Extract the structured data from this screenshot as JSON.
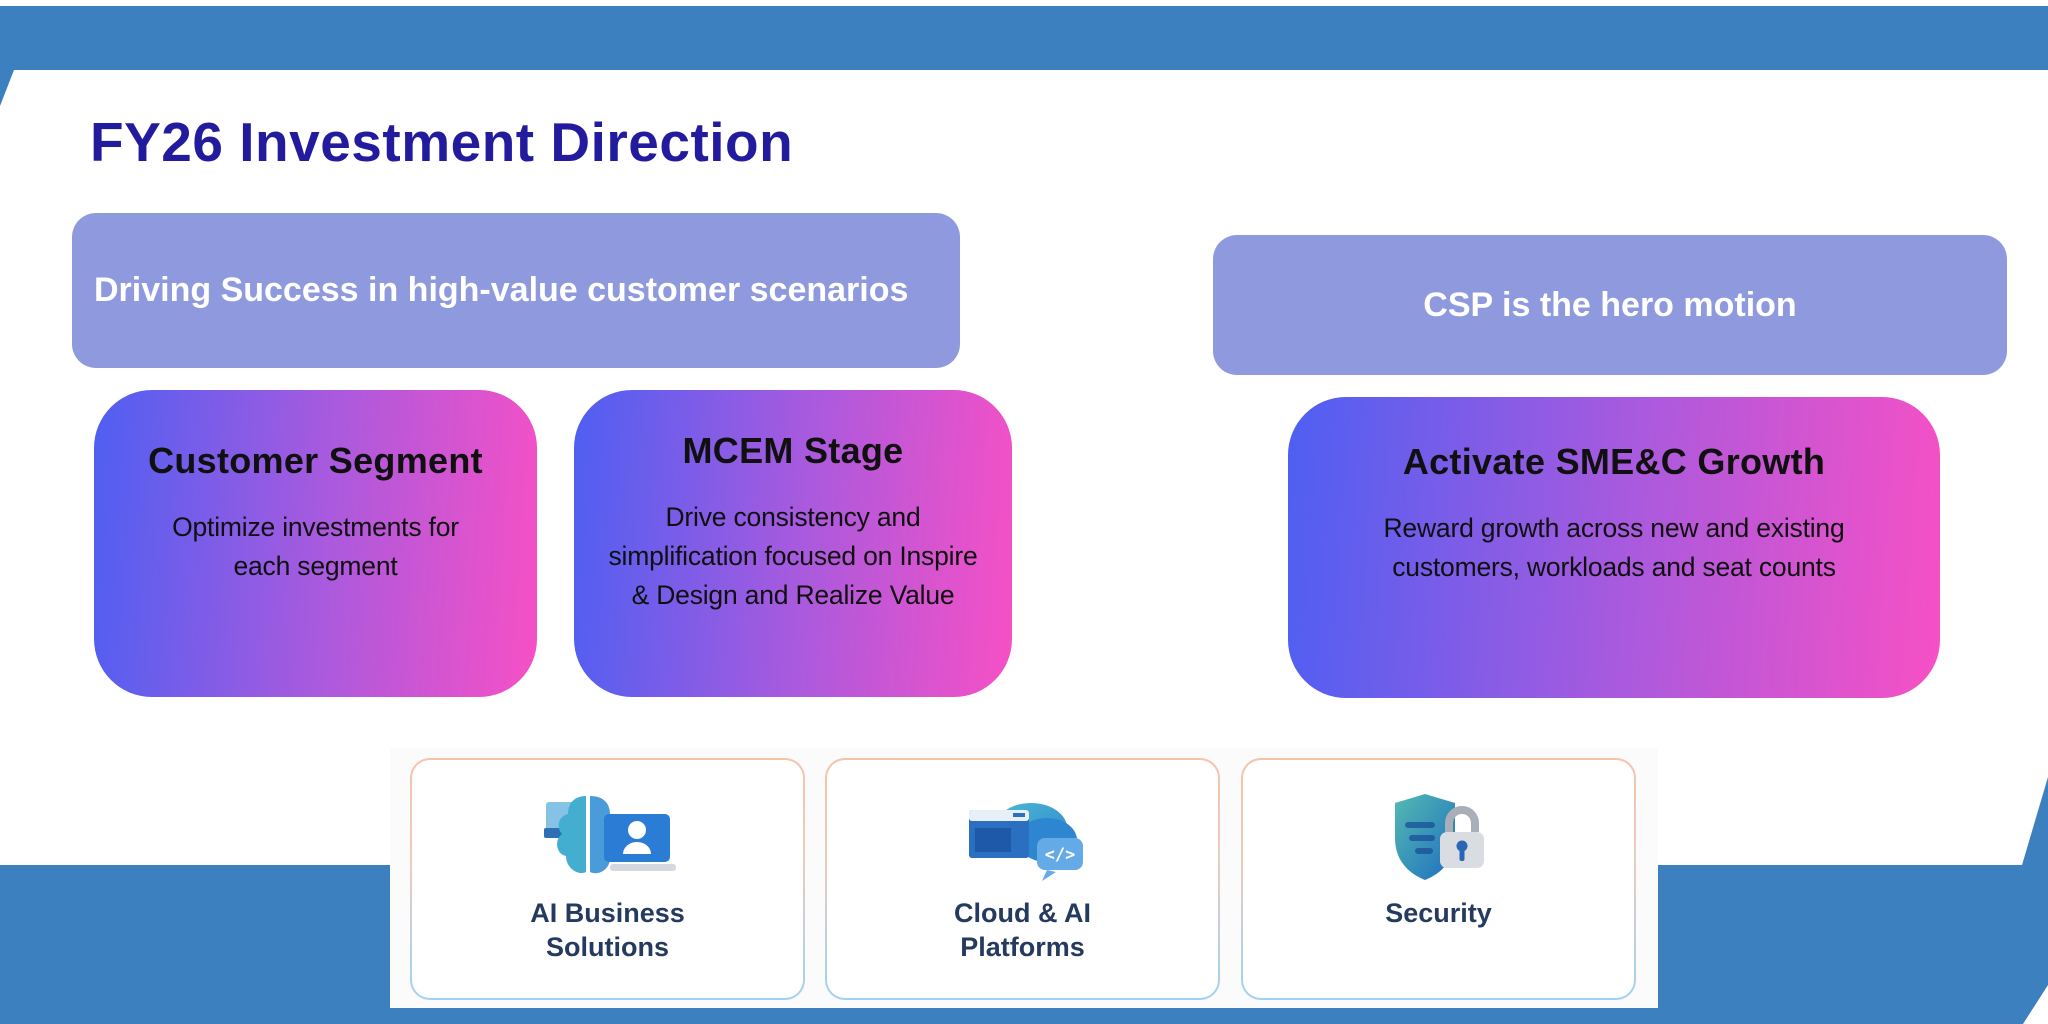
{
  "colors": {
    "background_blue": "#3d80bf",
    "banner_lavender": "#8f9ade",
    "gradient_blue": "#4e5ff2",
    "gradient_pink": "#f750c5",
    "title_indigo": "#231b9e",
    "card_label_navy": "#243a5e",
    "card_border_top": "#f6c3a9",
    "card_border_bottom": "#9fd2f3"
  },
  "slide": {
    "title": "FY26 Investment Direction",
    "left_banner": "Driving Success in high-value customer scenarios",
    "right_banner": "CSP is the hero motion",
    "gradient_cards": [
      {
        "heading": "Customer Segment",
        "lines": [
          "Optimize investments for",
          "each segment"
        ]
      },
      {
        "heading": "MCEM Stage",
        "lines": [
          "Drive consistency and",
          "simplification focused on Inspire",
          "& Design and Realize Value"
        ]
      },
      {
        "heading": "Activate SME&C Growth",
        "lines": [
          "Reward growth across new and existing",
          "customers, workloads and seat counts"
        ]
      }
    ],
    "solution_cards": [
      {
        "icon": "ai-brain-badge-icon",
        "lines": [
          "AI Business",
          "Solutions"
        ]
      },
      {
        "icon": "cloud-code-bubble-icon",
        "lines": [
          "Cloud & AI",
          "Platforms"
        ]
      },
      {
        "icon": "shield-lock-icon",
        "lines": [
          "Security"
        ]
      }
    ]
  }
}
